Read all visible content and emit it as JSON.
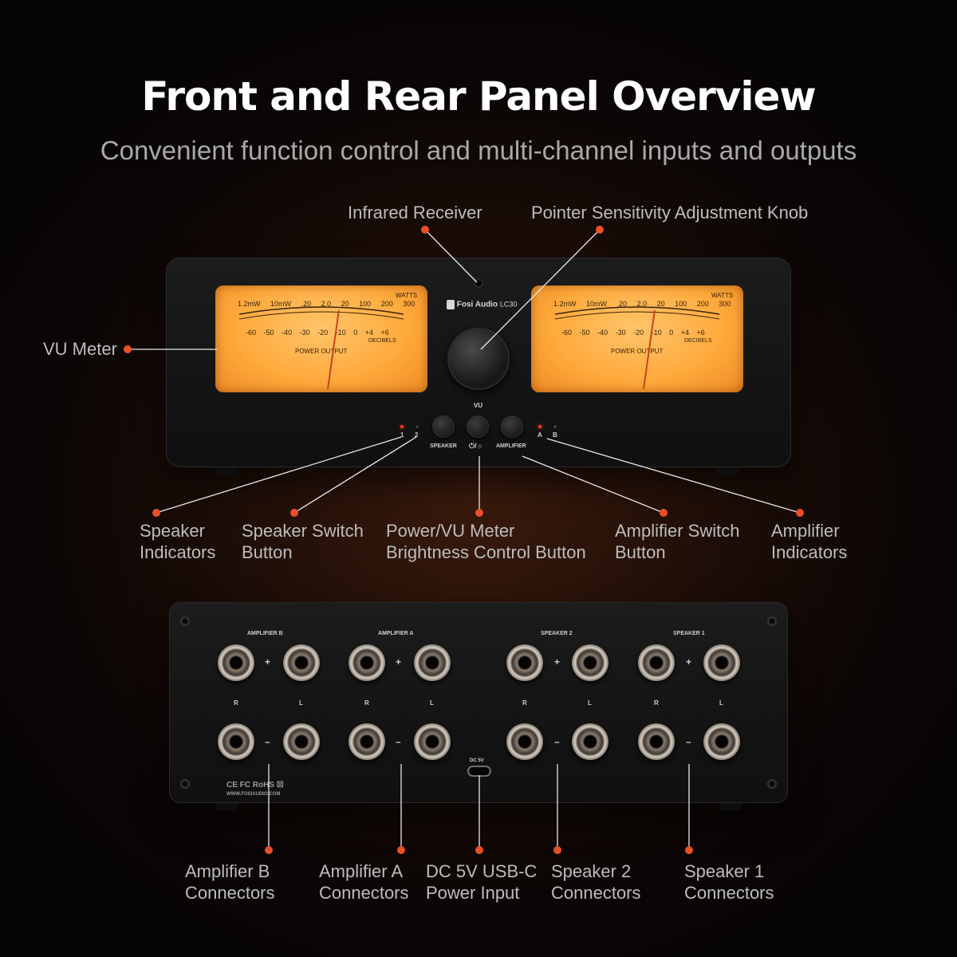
{
  "heading": {
    "title": "Front and Rear Panel Overview",
    "subtitle": "Convenient function control and multi-channel inputs and outputs"
  },
  "front_labels": {
    "infrared_receiver": "Infrared Receiver",
    "pointer_knob": "Pointer Sensitivity Adjustment Knob",
    "vu_meter": "VU Meter",
    "speaker_indicators_l1": "Speaker",
    "speaker_indicators_l2": "Indicators",
    "speaker_switch_l1": "Speaker Switch",
    "speaker_switch_l2": "Button",
    "power_vu_l1": "Power/VU Meter",
    "power_vu_l2": "Brightness Control Button",
    "amp_switch_l1": "Amplifier Switch",
    "amp_switch_l2": "Button",
    "amp_indicators_l1": "Amplifier",
    "amp_indicators_l2": "Indicators"
  },
  "rear_labels": {
    "amp_b_l1": "Amplifier B",
    "amp_b_l2": "Connectors",
    "amp_a_l1": "Amplifier A",
    "amp_a_l2": "Connectors",
    "dc_l1": "DC 5V USB-C",
    "dc_l2": "Power Input",
    "spk2_l1": "Speaker 2",
    "spk2_l2": "Connectors",
    "spk1_l1": "Speaker 1",
    "spk1_l2": "Connectors"
  },
  "device": {
    "brand": "Fosi Audio",
    "model": "LC30",
    "vu_label": "VU",
    "speaker_btn": "SPEAKER",
    "power_btn": "⏻/☼",
    "amplifier_btn": "AMPLIFIER",
    "spk_led_1": "1",
    "spk_led_2": "2",
    "amp_led_a": "A",
    "amp_led_b": "B",
    "meter": {
      "watts": "WATTS",
      "scale_top": [
        "1.2mW",
        "10mW",
        ".20",
        "2.0",
        "20",
        "100",
        "200",
        "300"
      ],
      "scale_db": [
        "-60",
        "-50",
        "-40",
        "-30",
        "-20",
        "-10",
        "0",
        "+4",
        "+6"
      ],
      "decibels": "DECIBELS",
      "power_output": "POWER  OUTPUT"
    },
    "rear": {
      "groups": [
        "AMPLIFIER  B",
        "AMPLIFIER  A",
        "SPEAKER 2",
        "SPEAKER 1"
      ],
      "plus": "+",
      "minus": "–",
      "r": "R",
      "l": "L",
      "dc": "DC 5V",
      "certs": "CE FC RoHS ☒",
      "website": "WWW.FOSIAUDIO.COM"
    }
  },
  "colors": {
    "accent_dot": "#e8502a",
    "meter_amber": "#ffab3e",
    "led_red": "#ff3a1e"
  }
}
